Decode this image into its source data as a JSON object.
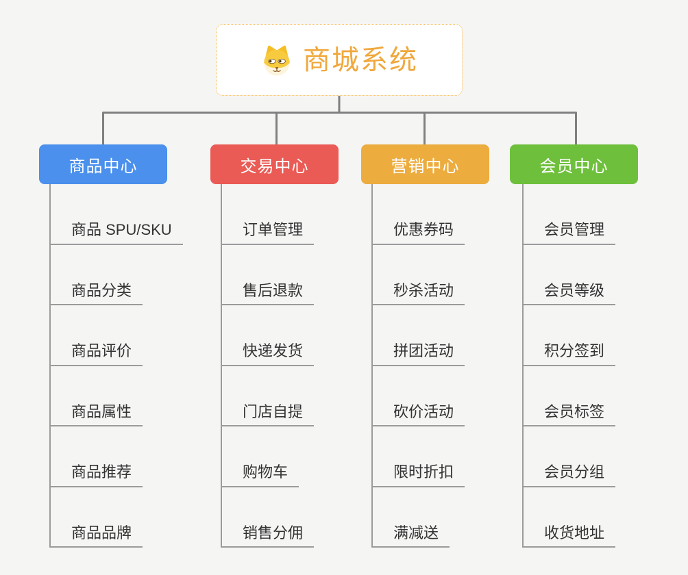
{
  "theme": {
    "canvas-bg": "#f5f5f4",
    "connector": "#808080",
    "leaf-line": "#9b9b9b",
    "text": "#333333",
    "root-accent": "#F0A83C",
    "root-border": "#F5B84C",
    "branch-1": "#4A90EC",
    "branch-2": "#EA5B55",
    "branch-3": "#ECAC3E",
    "branch-4": "#6EC03C"
  },
  "root": {
    "title": "商城系统",
    "icon": "dog-face-icon"
  },
  "branches": [
    {
      "label": "商品中心",
      "color": "#4A90EC",
      "items": [
        "商品 SPU/SKU",
        "商品分类",
        "商品评价",
        "商品属性",
        "商品推荐",
        "商品品牌"
      ]
    },
    {
      "label": "交易中心",
      "color": "#EA5B55",
      "items": [
        "订单管理",
        "售后退款",
        "快递发货",
        "门店自提",
        "购物车",
        "销售分佣"
      ]
    },
    {
      "label": "营销中心",
      "color": "#ECAC3E",
      "items": [
        "优惠券码",
        "秒杀活动",
        "拼团活动",
        "砍价活动",
        "限时折扣",
        "满减送"
      ]
    },
    {
      "label": "会员中心",
      "color": "#6EC03C",
      "items": [
        "会员管理",
        "会员等级",
        "积分签到",
        "会员标签",
        "会员分组",
        "收货地址"
      ]
    }
  ]
}
